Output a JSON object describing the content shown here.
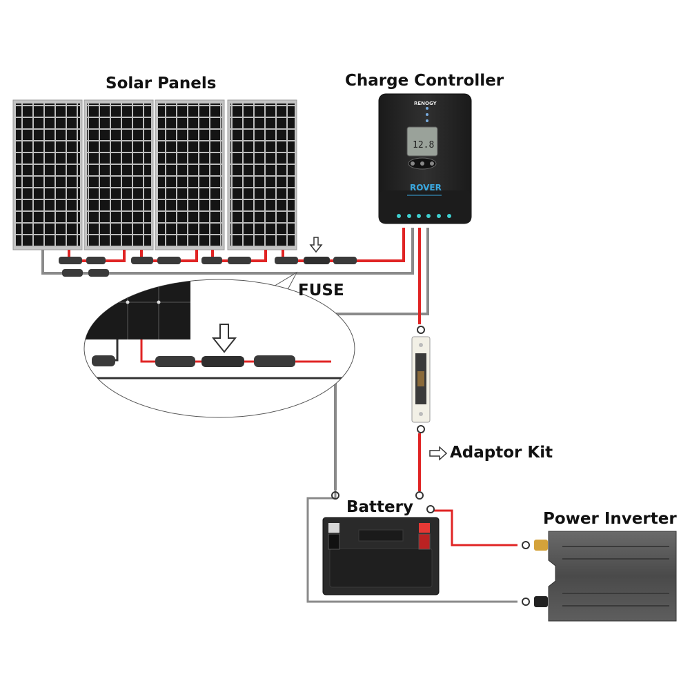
{
  "labels": {
    "solar_panels": "Solar Panels",
    "charge_controller": "Charge Controller",
    "fuse": "FUSE",
    "adaptor_kit": "Adaptor Kit",
    "battery": "Battery",
    "power_inverter": "Power Inverter"
  },
  "controller": {
    "brand": "RENOGY",
    "model": "ROVER",
    "lcd_value": "12.8"
  },
  "colors": {
    "positive_wire": "#e02424",
    "negative_wire": "#8a8a8a",
    "panel_cell": "#141414",
    "panel_frame": "#b8b8b8",
    "controller_body": "#262626",
    "controller_leds": "#3fd0d0",
    "lcd_screen": "#9aa29a",
    "inverter_body": "#5a5a5a",
    "battery_body": "#2a2a2a",
    "battery_positive_terminal": "#e53935"
  },
  "icons": [
    "down-arrow-icon",
    "right-arrow-icon",
    "ring-terminal-icon",
    "mc4-connector-icon",
    "fuse-icon"
  ]
}
